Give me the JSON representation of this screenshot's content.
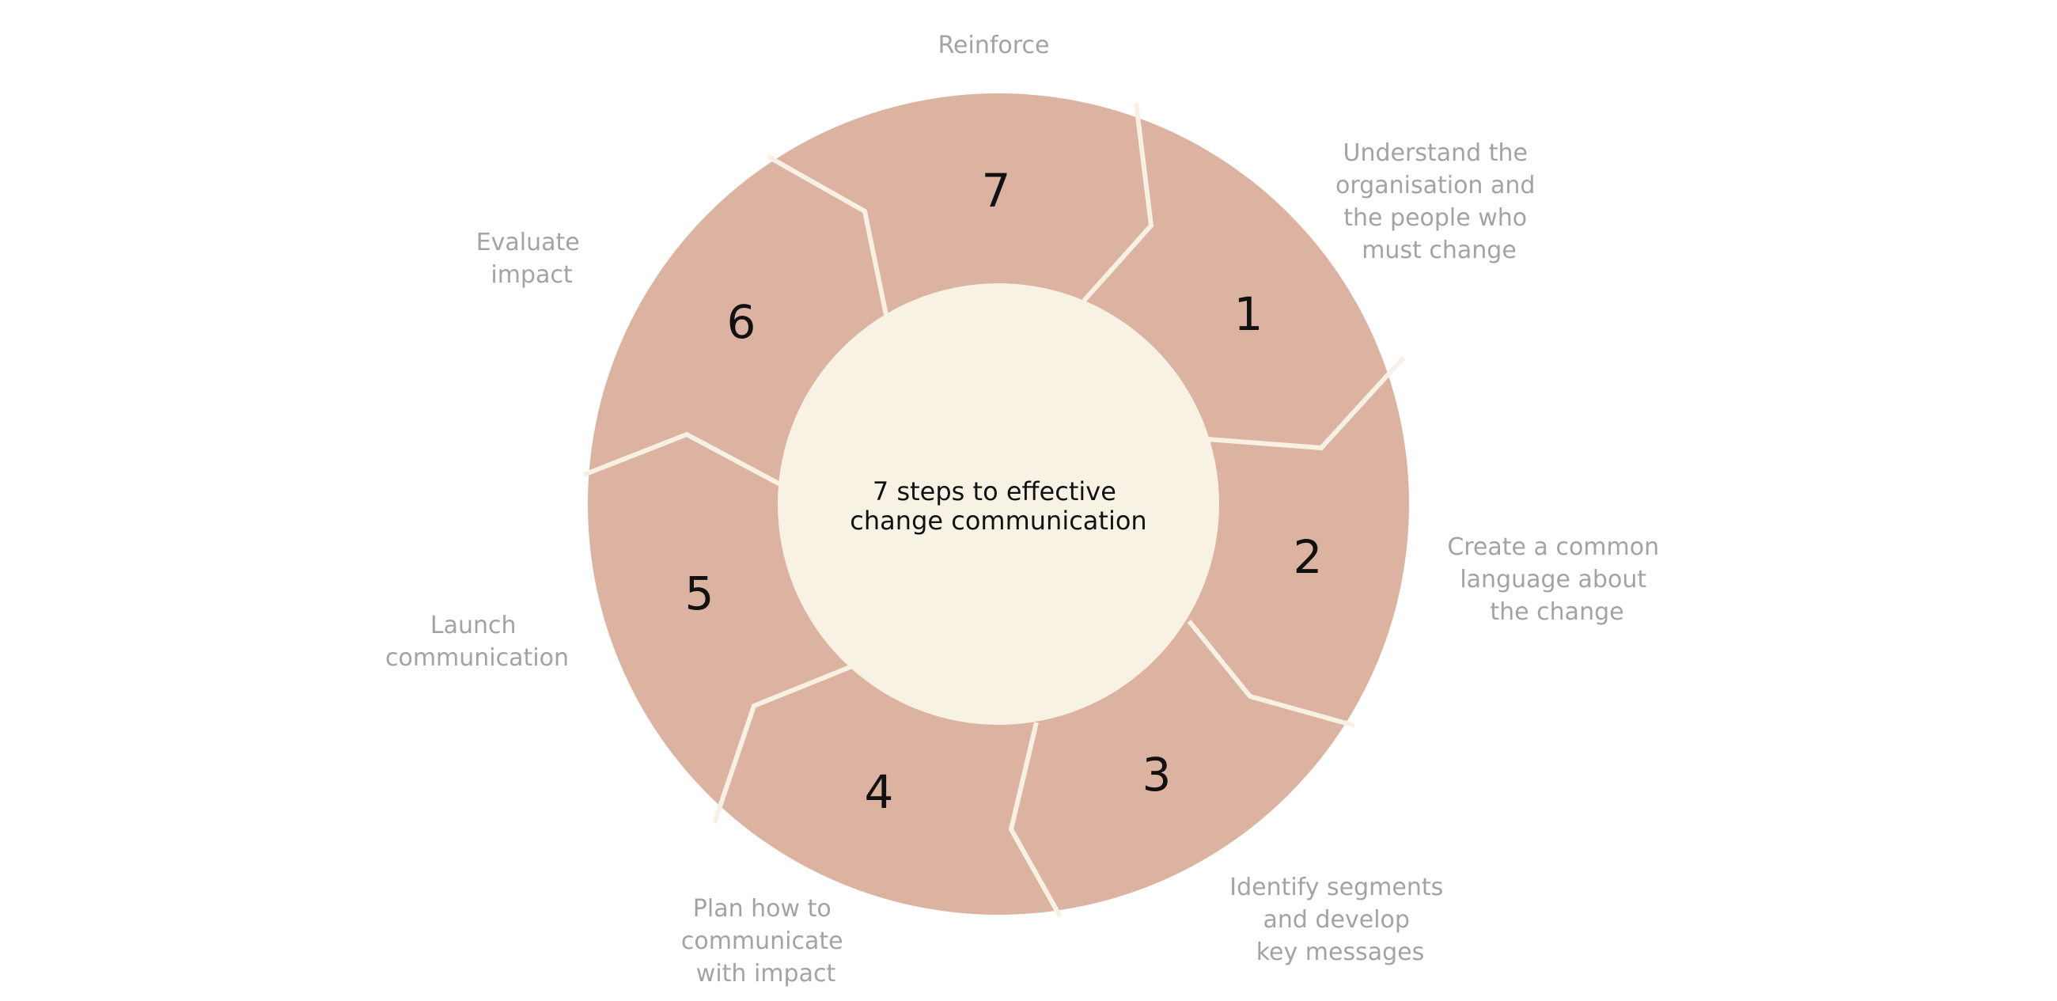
{
  "diagram": {
    "center_title": [
      "7 steps to effective",
      "change communication"
    ],
    "colors": {
      "segment_fill": "#dcb3a1",
      "divider": "#f7f1e3",
      "hub_fill": "#f7f2e4",
      "label_text": "#a3a3a3",
      "number_text": "#111111"
    },
    "steps": [
      {
        "number": "1",
        "label": [
          "Understand the",
          "organisation and",
          "the people who",
          "must change"
        ]
      },
      {
        "number": "2",
        "label": [
          "Create a common",
          "language about",
          "the change"
        ]
      },
      {
        "number": "3",
        "label": [
          "Identify segments",
          "and develop",
          "key messages"
        ]
      },
      {
        "number": "4",
        "label": [
          "Plan how to",
          "communicate",
          "with impact"
        ]
      },
      {
        "number": "5",
        "label": [
          "Launch",
          "communication"
        ]
      },
      {
        "number": "6",
        "label": [
          "Evaluate",
          "impact"
        ]
      },
      {
        "number": "7",
        "label": [
          "Reinforce"
        ]
      }
    ]
  }
}
